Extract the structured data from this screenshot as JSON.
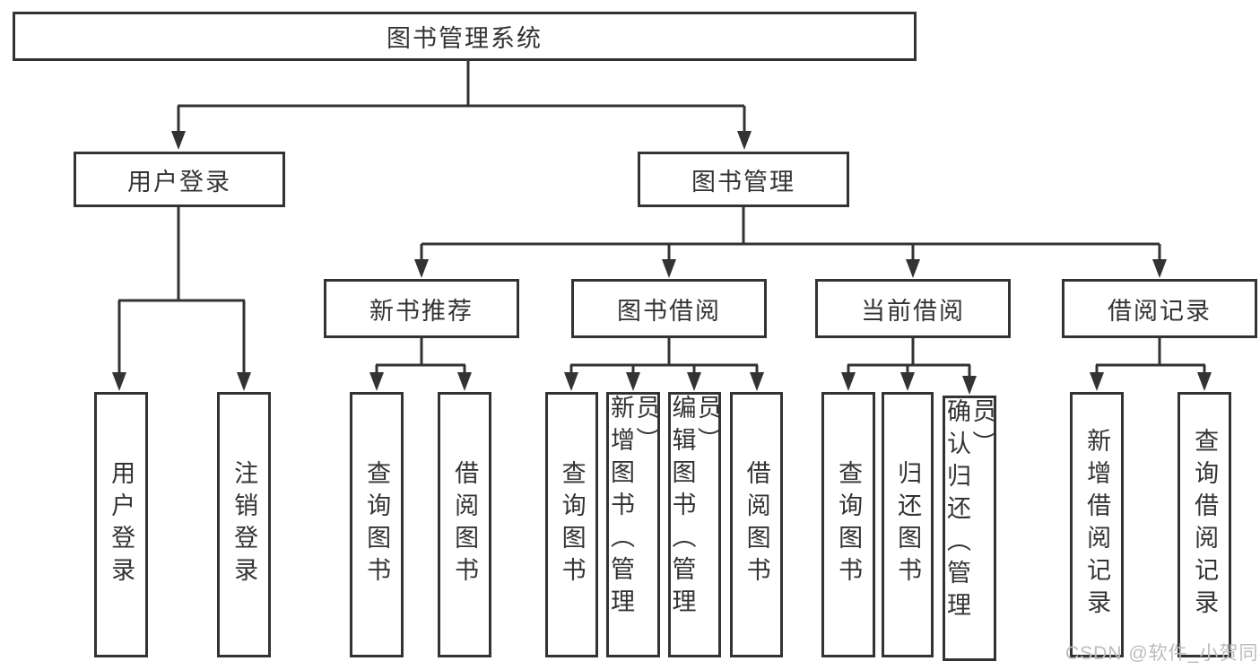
{
  "nodes": {
    "root": {
      "label": "图书管理系统"
    },
    "level2": [
      {
        "label": "用户登录"
      },
      {
        "label": "图书管理"
      }
    ],
    "level3": [
      {
        "label": "新书推荐"
      },
      {
        "label": "图书借阅"
      },
      {
        "label": "当前借阅"
      },
      {
        "label": "借阅记录"
      }
    ],
    "leaves": {
      "login": [
        {
          "label": "用户登录"
        },
        {
          "label": "注销登录"
        }
      ],
      "recommend": [
        {
          "label": "查询图书"
        },
        {
          "label": "借阅图书"
        }
      ],
      "borrow": [
        {
          "label": "查询图书"
        },
        {
          "label": "新增图书（管理员）"
        },
        {
          "label": "编辑图书（管理员）"
        },
        {
          "label": "借阅图书"
        }
      ],
      "current": [
        {
          "label": "查询图书"
        },
        {
          "label": "归还图书"
        },
        {
          "label": "确认归还（管理员）"
        }
      ],
      "record": [
        {
          "label": "新增借阅记录"
        },
        {
          "label": "查询借阅记录"
        }
      ]
    }
  },
  "watermark": {
    "text": "CSDN @软件_小贺同学"
  },
  "colors": {
    "line": "#333333",
    "text": "#333333",
    "watermark": "#bcbcbc",
    "background": "#ffffff"
  }
}
